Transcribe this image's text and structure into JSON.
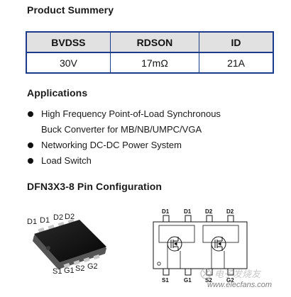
{
  "product_summary": {
    "title": "Product Summery",
    "headers": [
      "BVDSS",
      "RDSON",
      "ID"
    ],
    "values": [
      "30V",
      "17mΩ",
      "21A"
    ],
    "border_color": "#1c3a8a",
    "header_bg": "#e1e1e1"
  },
  "applications": {
    "title": "Applications",
    "items": [
      "High Frequency Point-of-Load Synchronous",
      "Buck Converter for MB/NB/UMPC/VGA",
      "Networking DC-DC Power System",
      "Load Switch"
    ]
  },
  "pin_configuration": {
    "title": "DFN3X3-8 Pin Configuration",
    "package_top_labels": [
      "D1",
      "D1",
      "D2",
      "D2"
    ],
    "package_bottom_labels": [
      "S1",
      "G1",
      "S2",
      "G2"
    ],
    "schematic_top_labels": [
      "D1",
      "D1",
      "D2",
      "D2"
    ],
    "schematic_bottom_labels": [
      "S1",
      "G1",
      "S2",
      "G2"
    ]
  },
  "watermark": {
    "logo_text": "电子发烧友",
    "url": "www.elecfans.com"
  }
}
